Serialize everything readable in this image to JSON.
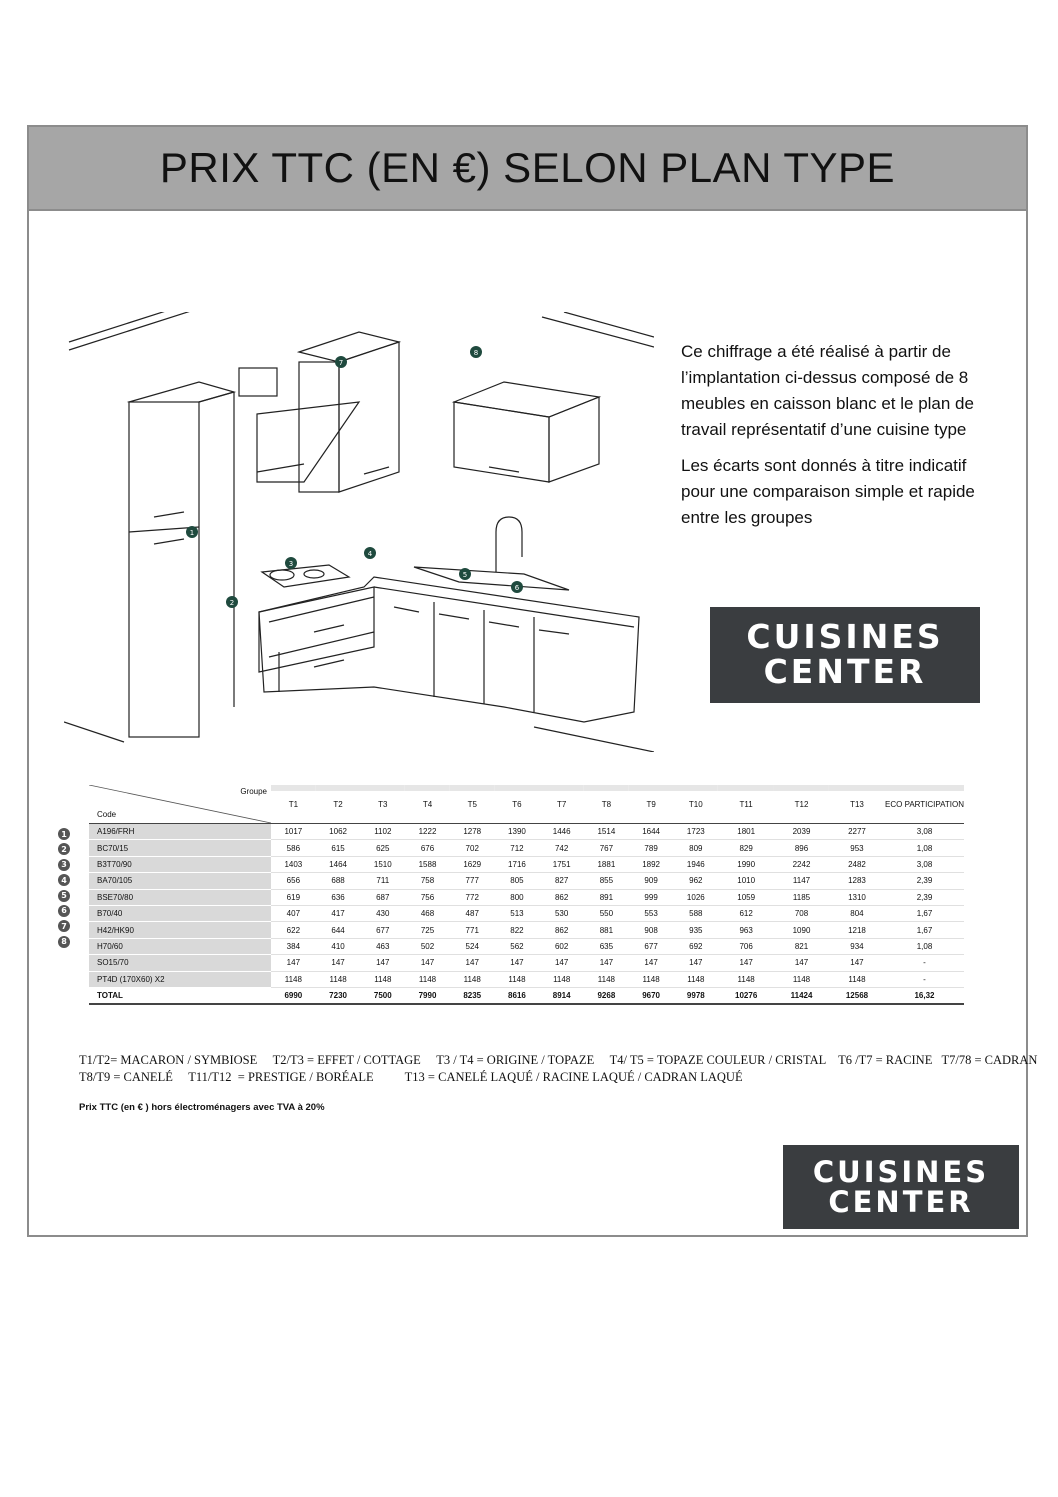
{
  "banner": {
    "title": "PRIX TTC (EN €) SELON PLAN TYPE"
  },
  "intro": {
    "p1": "Ce chiffrage a été réalisé à partir de l’implantation ci-dessus composé de 8 meubles en caisson blanc et le plan de travail représentatif d’une cuisine type",
    "p2": "Les écarts sont donnés à titre indicatif pour une comparaison simple et rapide entre les groupes"
  },
  "logo": {
    "line1": "CUISINES",
    "line2": "CENTER"
  },
  "drawing": {
    "markers": [
      "1",
      "2",
      "3",
      "4",
      "5",
      "6",
      "7",
      "8"
    ]
  },
  "table": {
    "corner_top": "Groupe",
    "corner_bottom": "Code",
    "columns": [
      "T1",
      "T2",
      "T3",
      "T4",
      "T5",
      "T6",
      "T7",
      "T8",
      "T9",
      "T10",
      "T11",
      "T12",
      "T13",
      "ECO PARTICIPATION"
    ],
    "rows": [
      {
        "code": "A196/FRH",
        "v": [
          "1017",
          "1062",
          "1102",
          "1222",
          "1278",
          "1390",
          "1446",
          "1514",
          "1644",
          "1723",
          "1801",
          "2039",
          "2277",
          "3,08"
        ]
      },
      {
        "code": "BC70/15",
        "v": [
          "586",
          "615",
          "625",
          "676",
          "702",
          "712",
          "742",
          "767",
          "789",
          "809",
          "829",
          "896",
          "953",
          "1,08"
        ]
      },
      {
        "code": "B3T70/90",
        "v": [
          "1403",
          "1464",
          "1510",
          "1588",
          "1629",
          "1716",
          "1751",
          "1881",
          "1892",
          "1946",
          "1990",
          "2242",
          "2482",
          "3,08"
        ]
      },
      {
        "code": "BA70/105",
        "v": [
          "656",
          "688",
          "711",
          "758",
          "777",
          "805",
          "827",
          "855",
          "909",
          "962",
          "1010",
          "1147",
          "1283",
          "2,39"
        ]
      },
      {
        "code": "BSE70/80",
        "v": [
          "619",
          "636",
          "687",
          "756",
          "772",
          "800",
          "862",
          "891",
          "999",
          "1026",
          "1059",
          "1185",
          "1310",
          "2,39"
        ]
      },
      {
        "code": "B70/40",
        "v": [
          "407",
          "417",
          "430",
          "468",
          "487",
          "513",
          "530",
          "550",
          "553",
          "588",
          "612",
          "708",
          "804",
          "1,67"
        ]
      },
      {
        "code": "H42/HK90",
        "v": [
          "622",
          "644",
          "677",
          "725",
          "771",
          "822",
          "862",
          "881",
          "908",
          "935",
          "963",
          "1090",
          "1218",
          "1,67"
        ]
      },
      {
        "code": "H70/60",
        "v": [
          "384",
          "410",
          "463",
          "502",
          "524",
          "562",
          "602",
          "635",
          "677",
          "692",
          "706",
          "821",
          "934",
          "1,08"
        ]
      },
      {
        "code": "SO15/70",
        "v": [
          "147",
          "147",
          "147",
          "147",
          "147",
          "147",
          "147",
          "147",
          "147",
          "147",
          "147",
          "147",
          "147",
          "-"
        ]
      },
      {
        "code": "PT4D (170X60) X2",
        "v": [
          "1148",
          "1148",
          "1148",
          "1148",
          "1148",
          "1148",
          "1148",
          "1148",
          "1148",
          "1148",
          "1148",
          "1148",
          "1148",
          "-"
        ]
      }
    ],
    "total": {
      "code": "TOTAL",
      "v": [
        "6990",
        "7230",
        "7500",
        "7990",
        "8235",
        "8616",
        "8914",
        "9268",
        "9670",
        "9978",
        "10276",
        "11424",
        "12568",
        "16,32"
      ]
    }
  },
  "row_markers": [
    "1",
    "2",
    "3",
    "4",
    "5",
    "6",
    "7",
    "8"
  ],
  "legend": {
    "line1": "T1/T2= MACARON / SYMBIOSE     T2/T3 = EFFET / COTTAGE     T3 / T4 = ORIGINE / TOPAZE     T4/ T5 = TOPAZE COULEUR / CRISTAL    T6 /T7 = RACINE   T7/78 = CADRAN",
    "line2": "T8/T9 = CANELÉ     T11/T12  = PRESTIGE / BORÉALE          T13 = CANELÉ LAQUÉ / RACINE LAQUÉ / CADRAN LAQUÉ"
  },
  "note": "Prix TTC (en € ) hors électroménagers avec TVA à 20%"
}
